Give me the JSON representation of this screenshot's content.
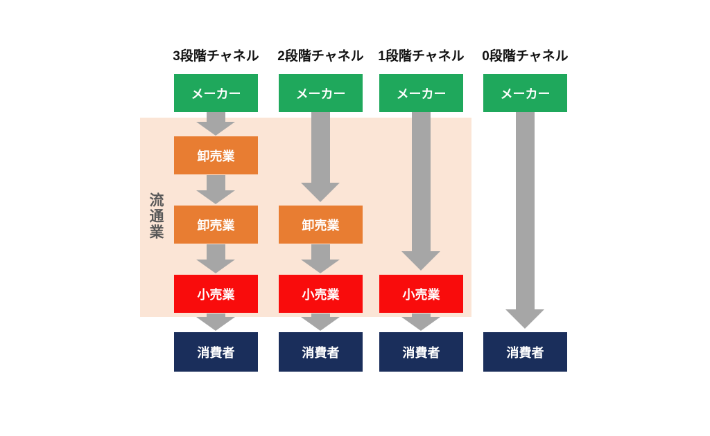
{
  "diagram": {
    "title": "distribution-channel-levels",
    "distribution_label": "流通業",
    "columns": [
      {
        "header": "3段階チャネル",
        "stages": [
          "メーカー",
          "卸売業",
          "卸売業",
          "小売業",
          "消費者"
        ]
      },
      {
        "header": "2段階チャネル",
        "stages": [
          "メーカー",
          "卸売業",
          "小売業",
          "消費者"
        ]
      },
      {
        "header": "1段階チャネル",
        "stages": [
          "メーカー",
          "小売業",
          "消費者"
        ]
      },
      {
        "header": "0段階チャネル",
        "stages": [
          "メーカー",
          "消費者"
        ]
      }
    ],
    "icons": {
      "flow_arrow": "down-arrow"
    },
    "colors": {
      "maker": "#1FA85C",
      "wholesale": "#E87D32",
      "retail": "#F90C0C",
      "consumer": "#1A2E5B",
      "distribution_bg": "#FBE5D6",
      "arrow": "#A6A6A6",
      "label_text": "#595959",
      "header_text": "#111111",
      "box_text": "#FFFFFF"
    }
  }
}
